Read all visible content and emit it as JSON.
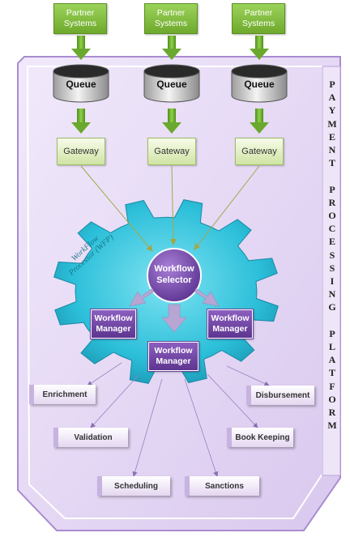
{
  "partners": [
    "Partner Systems",
    "Partner Systems",
    "Partner Systems"
  ],
  "queues": [
    "Queue",
    "Queue",
    "Queue"
  ],
  "gateways": [
    "Gateway",
    "Gateway",
    "Gateway"
  ],
  "wfp_label": "WorkFlow Processor (WFP)",
  "selector": "Workflow Selector",
  "managers": [
    "Workflow Manager",
    "Workflow Manager",
    "Workflow Manager"
  ],
  "functions": {
    "enrichment": "Enrichment",
    "validation": "Validation",
    "scheduling": "Scheduling",
    "sanctions": "Sanctions",
    "book_keeping": "Book Keeping",
    "disbursement": "Disbursement"
  },
  "platform_words": [
    "PAYMENT",
    "PROCESSING",
    "PLATFORM"
  ],
  "colors": {
    "partner_green": "#7ab637",
    "gear_cyan": "#2ec4dd",
    "platform_lavender": "#e6daf4",
    "manager_purple": "#6d44a0"
  }
}
